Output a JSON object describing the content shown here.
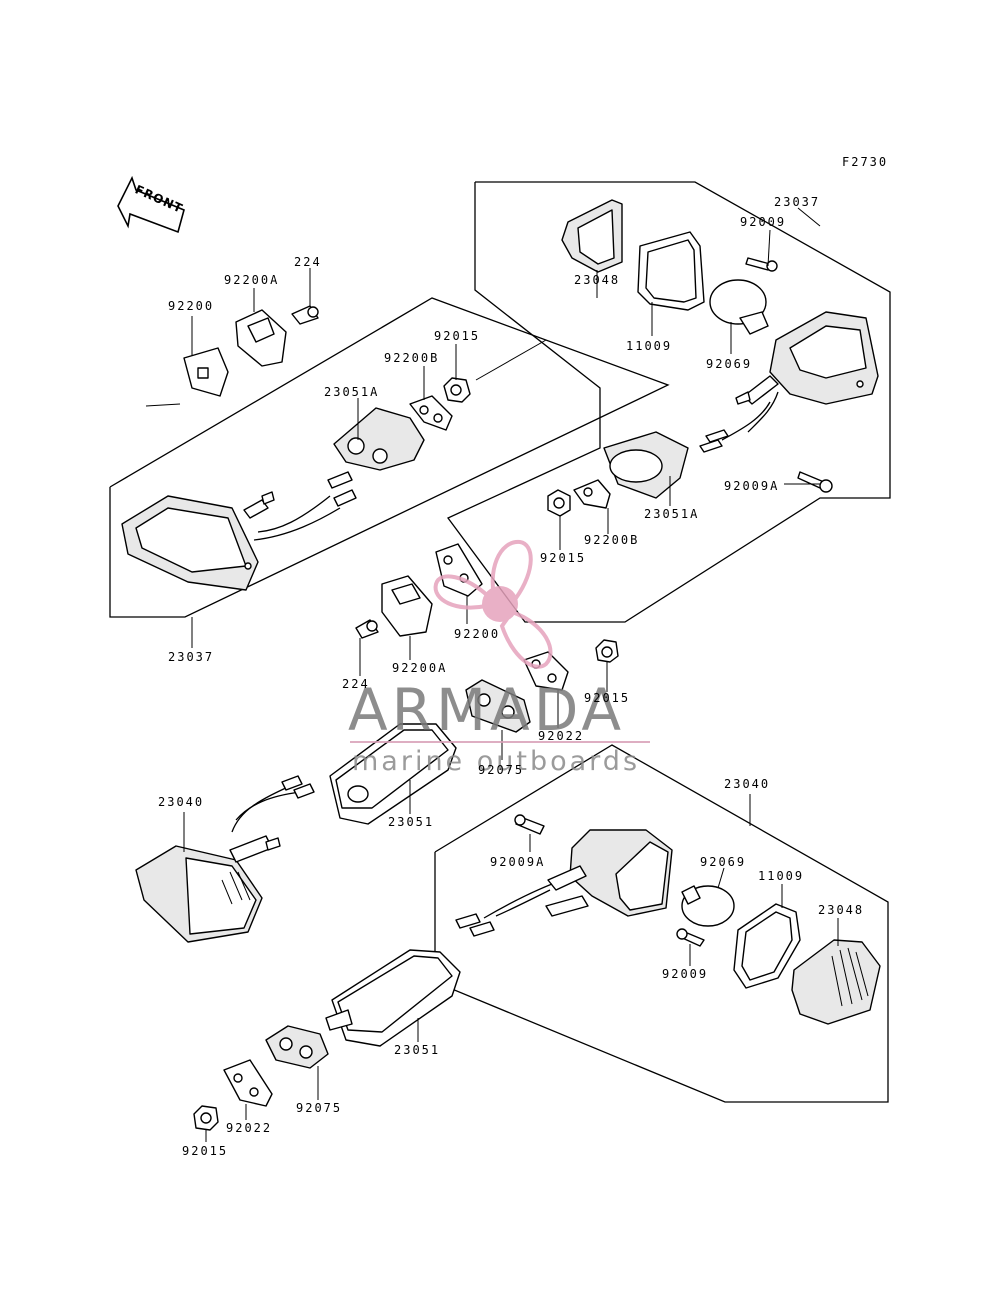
{
  "figure_code": "F2730",
  "direction_label": "FRONT",
  "watermark": {
    "title": "ARMADA",
    "subtitle": "marine outboards",
    "logo_color": "#e6a3bd",
    "line_color": "#d9a0b8"
  },
  "callouts": {
    "c_23037_top": "23037",
    "c_92009_top": "92009",
    "c_23048_top": "23048",
    "c_11009_top": "11009",
    "c_92069_top": "92069",
    "c_92009A_top": "92009A",
    "c_23051A_right": "23051A",
    "c_92200B_right": "92200B",
    "c_92015_mid": "92015",
    "c_92200A_top": "92200A",
    "c_224_top": "224",
    "c_92200_left": "92200",
    "c_92015_top": "92015",
    "c_92200B_top": "92200B",
    "c_23051A_left": "23051A",
    "c_23037_left": "23037",
    "c_92200_mid": "92200",
    "c_92200A_mid": "92200A",
    "c_224_mid": "224",
    "c_92015_right": "92015",
    "c_92022_mid": "92022",
    "c_92075_mid": "92075",
    "c_23051_mid": "23051",
    "c_23040_left": "23040",
    "c_23040_right": "23040",
    "c_92009A_low": "92009A",
    "c_92069_low": "92069",
    "c_11009_low": "11009",
    "c_23048_low": "23048",
    "c_92009_low": "92009",
    "c_23051_low": "23051",
    "c_92075_low": "92075",
    "c_92022_low": "92022",
    "c_92015_low": "92015"
  }
}
